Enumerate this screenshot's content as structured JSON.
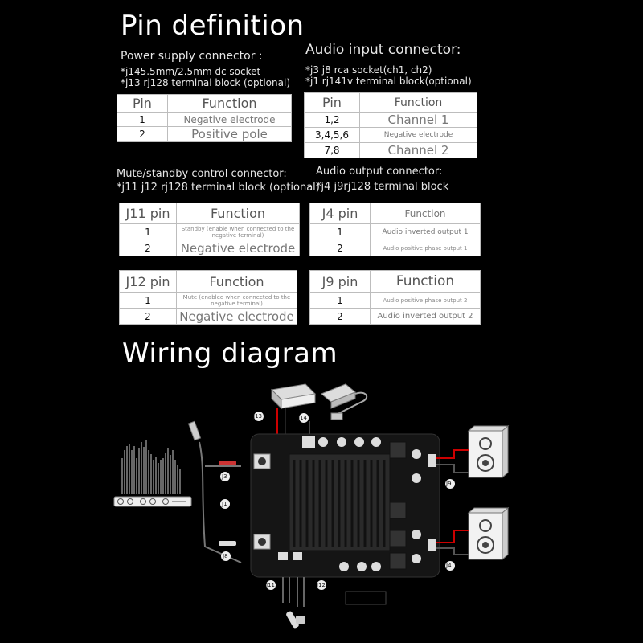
{
  "title": "Pin definition",
  "power": {
    "heading": "Power supply connector :",
    "notes": [
      "*j145.5mm/2.5mm dc socket",
      "*j13 rj128 terminal block (optional)"
    ],
    "table": {
      "header": [
        "Pin",
        "Function"
      ],
      "rows": [
        [
          "1",
          "Negative electrode"
        ],
        [
          "2",
          "Positive pole"
        ]
      ]
    }
  },
  "audio_in": {
    "heading": "Audio input connector:",
    "notes": [
      "*j3 j8 rca socket(ch1, ch2)",
      "*j1 rj141v terminal block(optional)"
    ],
    "table": {
      "header": [
        "Pin",
        "Function"
      ],
      "rows": [
        [
          "1,2",
          "Channel 1"
        ],
        [
          "3,4,5,6",
          "Negative electrode"
        ],
        [
          "7,8",
          "Channel 2"
        ]
      ]
    }
  },
  "mute": {
    "heading": "Mute/standby control connector:",
    "notes": [
      "*j11 j12 rj128 terminal block (optional)"
    ],
    "j11": {
      "header": [
        "J11 pin",
        "Function"
      ],
      "rows": [
        [
          "1",
          "Standby (enable when connected to the negative terminal)"
        ],
        [
          "2",
          "Negative electrode"
        ]
      ]
    },
    "j12": {
      "header": [
        "J12 pin",
        "Function"
      ],
      "rows": [
        [
          "1",
          "Mute (enabled when connected to the negative terminal)"
        ],
        [
          "2",
          "Negative electrode"
        ]
      ]
    }
  },
  "audio_out": {
    "heading": "Audio output connector:",
    "notes": [
      "*j4 j9rj128 terminal block"
    ],
    "j4": {
      "header": [
        "J4 pin",
        "Function"
      ],
      "rows": [
        [
          "1",
          "Audio inverted output 1"
        ],
        [
          "2",
          "Audio positive phase output 1"
        ]
      ]
    },
    "j9": {
      "header": [
        "J9 pin",
        "Function"
      ],
      "rows": [
        [
          "1",
          "Audio positive phase output 2"
        ],
        [
          "2",
          "Audio inverted output 2"
        ]
      ]
    }
  },
  "wiring_title": "Wiring diagram",
  "labels": {
    "j13": "J13",
    "j14": "J14",
    "j3": "J3",
    "j1": "J1",
    "j8": "J8",
    "j9": "J9",
    "j4": "J4",
    "j11": "J11",
    "j12": "J12"
  }
}
